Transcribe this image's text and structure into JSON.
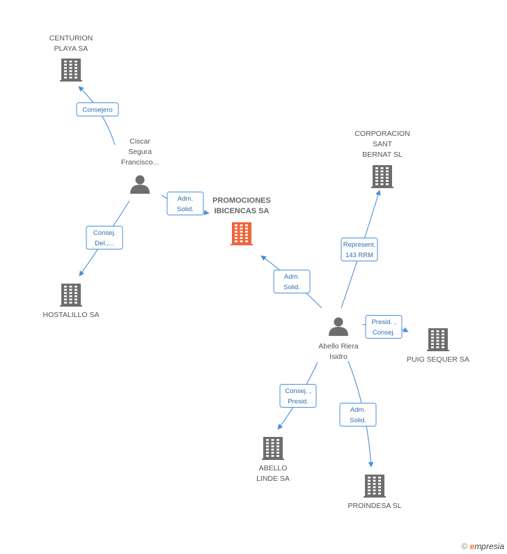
{
  "nodes": [
    {
      "id": "centurion",
      "type": "company",
      "label": [
        "CENTURION",
        "PLAYA SA"
      ]
    },
    {
      "id": "ciscar",
      "type": "person",
      "label": [
        "Ciscar",
        "Segura",
        "Francisco..."
      ]
    },
    {
      "id": "promociones",
      "type": "company",
      "main": true,
      "label": [
        "PROMOCIONES",
        "IBICENCAS SA"
      ]
    },
    {
      "id": "hostalillo",
      "type": "company",
      "label": [
        "HOSTALILLO SA"
      ]
    },
    {
      "id": "corporacion",
      "type": "company",
      "label": [
        "CORPORACION",
        "SANT",
        "BERNAT  SL"
      ]
    },
    {
      "id": "abello",
      "type": "person",
      "label": [
        "Abello Riera",
        "Isidro"
      ]
    },
    {
      "id": "puig",
      "type": "company",
      "label": [
        "PUIG SEQUER SA"
      ]
    },
    {
      "id": "abellolinde",
      "type": "company",
      "label": [
        "ABELLO",
        "LINDE SA"
      ]
    },
    {
      "id": "proindesa",
      "type": "company",
      "label": [
        "PROINDESA SL"
      ]
    }
  ],
  "edges": [
    {
      "from": "ciscar",
      "to": "centurion",
      "label": [
        "Consejero"
      ]
    },
    {
      "from": "ciscar",
      "to": "promociones",
      "label": [
        "Adm.",
        "Solid."
      ]
    },
    {
      "from": "ciscar",
      "to": "hostalillo",
      "label": [
        "Consej.",
        "Del.,..."
      ]
    },
    {
      "from": "abello",
      "to": "promociones",
      "label": [
        "Adm.",
        "Solid."
      ]
    },
    {
      "from": "abello",
      "to": "corporacion",
      "label": [
        "Represent.",
        "143 RRM"
      ]
    },
    {
      "from": "abello",
      "to": "puig",
      "label": [
        "Presid. ,",
        "Consej."
      ]
    },
    {
      "from": "abello",
      "to": "abellolinde",
      "label": [
        "Consej. ,",
        "Presid."
      ]
    },
    {
      "from": "abello",
      "to": "proindesa",
      "label": [
        "Adm.",
        "Solid."
      ]
    }
  ],
  "colors": {
    "edge": "#4a8fd8",
    "company": "#6d6d6d",
    "main_company": "#f0643a",
    "person": "#6d6d6d"
  },
  "brand": {
    "copyright": "©",
    "initial": "e",
    "word": "mpresia"
  }
}
